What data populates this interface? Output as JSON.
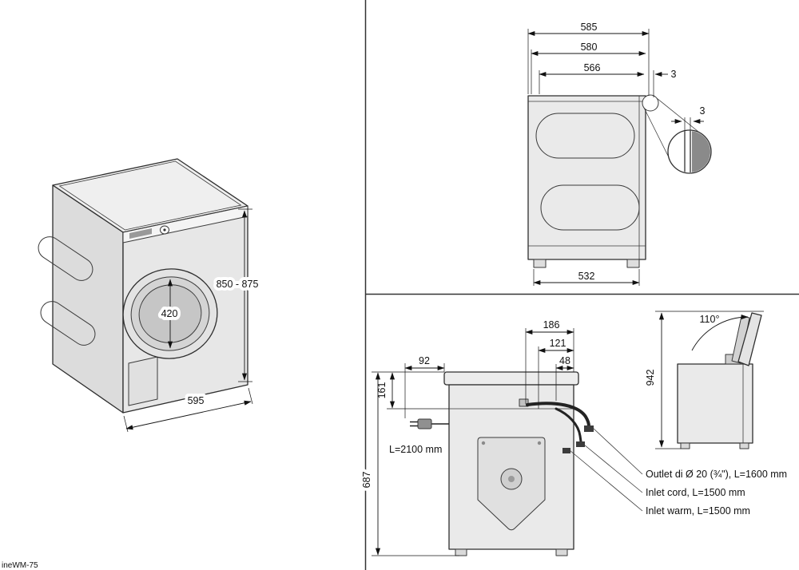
{
  "footer": {
    "model_text": "ineWM-75"
  },
  "iso_view": {
    "dim_height": "850 - 875",
    "dim_door": "420",
    "dim_depth": "595"
  },
  "side_view": {
    "dim_top_full": "585",
    "dim_top_mid": "580",
    "dim_top_inner": "566",
    "dim_gap": "3",
    "dim_gap_detail": "3",
    "dim_feet": "532"
  },
  "rear_view": {
    "dim_right_1": "186",
    "dim_right_2": "121",
    "dim_right_3": "48",
    "dim_cord_offset": "92",
    "dim_cord_height": "161",
    "dim_height": "687",
    "cord_length": "L=2100 mm",
    "labels": {
      "outlet": "Outlet di Ø 20 (¾\"), L=1600 mm",
      "inlet_cord": "Inlet cord, L=1500 mm",
      "inlet_warm": "Inlet warm, L=1500 mm"
    }
  },
  "lid_view": {
    "dim_angle": "110°",
    "dim_open_height": "942"
  }
}
